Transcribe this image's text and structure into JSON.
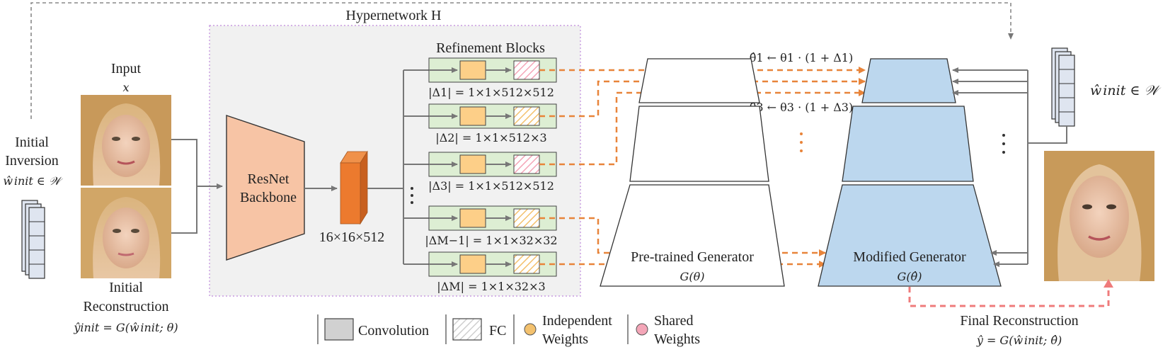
{
  "hypernetwork": {
    "title": "Hypernetwork H"
  },
  "input": {
    "label": "Input",
    "symbol": "x"
  },
  "initial_inversion": {
    "line1": "Initial",
    "line2": "Inversion",
    "formula": "ŵinit ∈ 𝒲"
  },
  "initial_reconstruction": {
    "line1": "Initial",
    "line2": "Reconstruction",
    "formula": "ŷinit = G(ŵinit; θ)"
  },
  "backbone": {
    "line1": "ResNet",
    "line2": "Backbone",
    "feature_size": "16×16×512"
  },
  "refinement": {
    "title": "Refinement Blocks",
    "blocks": [
      {
        "label": "|Δ1| = 1×1×512×512",
        "fc": "shared"
      },
      {
        "label": "|Δ2| = 1×1×512×3",
        "fc": "independent"
      },
      {
        "label": "|Δ3| = 1×1×512×512",
        "fc": "shared"
      },
      {
        "label": "|ΔM−1| = 1×1×32×32",
        "fc": "independent"
      },
      {
        "label": "|ΔM| = 1×1×32×3",
        "fc": "independent"
      }
    ]
  },
  "pretrained_generator": {
    "line1": "Pre-trained Generator",
    "line2": "G(θ)"
  },
  "modified_generator": {
    "line1": "Modified Generator",
    "line2": "G(θ̂)"
  },
  "updates": {
    "eq1": "θ̂1 ← θ1 · (1 + Δ1)",
    "eq2": "θ̂3 ← θ3 · (1 + Δ3)"
  },
  "w_init": {
    "formula": "ŵinit ∈ 𝒲"
  },
  "final_reconstruction": {
    "line1": "Final Reconstruction",
    "formula": "ŷ = G(ŵinit; θ̂)"
  },
  "legend": {
    "convolution": "Convolution",
    "fc": "FC",
    "independent_line1": "Independent",
    "independent_line2": "Weights",
    "shared_line1": "Shared",
    "shared_line2": "Weights"
  },
  "colors": {
    "backbone": "#f7c4a5",
    "block_bg": "#ddeed3",
    "conv_orange": "#fdcf88",
    "shared_pink": "#f4a6b8",
    "independent_yellow": "#f3c16e",
    "generator_blue": "#bcd7ee",
    "dashed_orange": "#e8843a",
    "dashed_red": "#ef7b7b",
    "hypernet_bg": "#f1f1f1",
    "hypernet_border": "#c89be0"
  }
}
